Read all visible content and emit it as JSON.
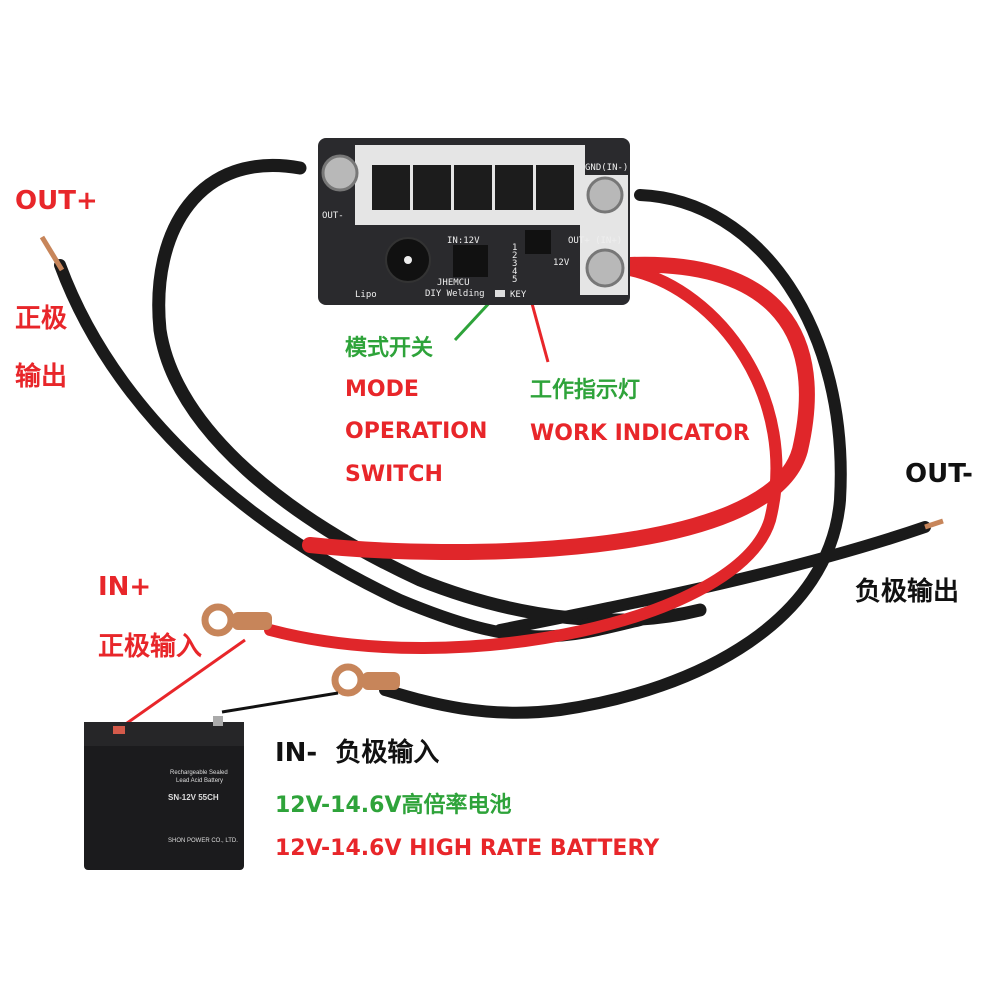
{
  "labels": {
    "out_plus": "OUT+",
    "out_plus_cn_1": "正极",
    "out_plus_cn_2": "输出",
    "mode_cn": "模式开关",
    "mode_en_1": "MODE",
    "mode_en_2": "OPERATION",
    "mode_en_3": "SWITCH",
    "work_cn": "工作指示灯",
    "work_en": "WORK INDICATOR",
    "out_minus": "OUT-",
    "out_minus_cn": "负极输出",
    "in_plus": "IN+",
    "in_plus_cn": "正极输入",
    "in_minus": "IN-  负极输入",
    "battery_cn": "12V-14.6V高倍率电池",
    "battery_en": "12V-14.6V HIGH RATE BATTERY"
  },
  "board": {
    "out_minus": "OUT-",
    "gnd": "GND(IN-)",
    "out_plus": "OUT+ (IN+)",
    "input": "IN:12V",
    "brand": "JHEMCU",
    "diy": "DIY Welding",
    "key": "KEY",
    "lipo": "Lipo",
    "v12": "12V",
    "led_numbers": [
      "1",
      "2",
      "3",
      "4",
      "5"
    ]
  },
  "battery": {
    "line1": "Rechargeable Sealed",
    "line2": "Lead Acid Battery",
    "model": "SN-12V 55CH",
    "maker": "SHON POWER CO., LTD."
  },
  "colors": {
    "red": "#e8262a",
    "green": "#2ea33a",
    "cable_red": "#e0262a",
    "cable_black": "#1a1a1a"
  }
}
